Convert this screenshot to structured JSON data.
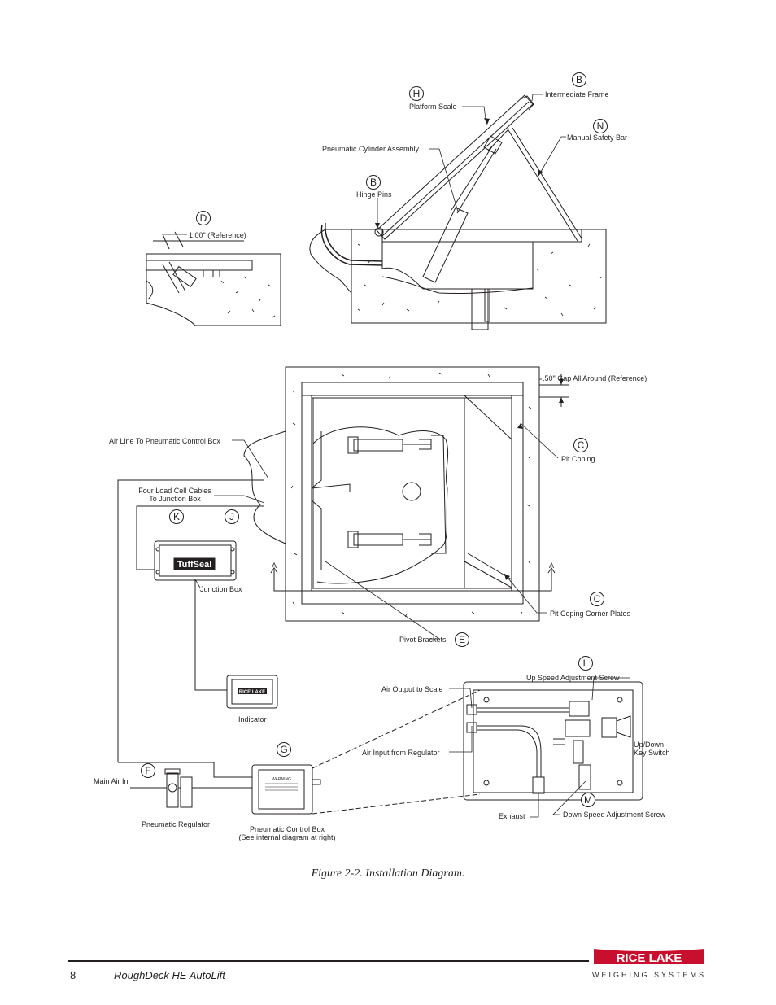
{
  "callouts": {
    "h": "H",
    "b_top": "B",
    "n": "N",
    "b_hinge": "B",
    "d": "D",
    "c_top": "C",
    "c_bottom": "C",
    "k": "K",
    "j": "J",
    "e": "E",
    "l": "L",
    "g": "G",
    "f": "F",
    "m": "M"
  },
  "labels": {
    "platform_scale": "Platform Scale",
    "intermediate_frame": "Intermediate Frame",
    "manual_safety_bar": "Manual Safety Bar",
    "pneumatic_cylinder_assembly": "Pneumatic Cylinder Assembly",
    "hinge_pins": "Hinge Pins",
    "reference_100": "1.00\" (Reference)",
    "gap_reference": ".50\" Gap All Around (Reference)",
    "air_line": "Air Line To Pneumatic Control Box",
    "pit_coping": "Pit Coping",
    "load_cell_cables_1": "Four Load Cell Cables",
    "load_cell_cables_2": "To Junction Box",
    "section_a_left": "A",
    "section_a_right": "A",
    "junction_box": "Junction Box",
    "pit_coping_corner_plates": "Pit Coping Corner Plates",
    "pivot_brackets": "Pivot Brackets",
    "up_speed_screw": "Up Speed Adjustment Screw",
    "air_output": "Air Output to Scale",
    "indicator": "Indicator",
    "air_input": "Air Input from Regulator",
    "key_switch_1": "Up/Down",
    "key_switch_2": "Key Switch",
    "main_air_in": "Main Air In",
    "exhaust": "Exhaust",
    "down_speed_screw": "Down Speed Adjustment Screw",
    "pneumatic_regulator": "Pneumatic Regulator",
    "control_box_1": "Pneumatic Control Box",
    "control_box_2": "(See internal diagram at right)",
    "warning": "WARNING",
    "indicator_brand": "RICE LAKE",
    "junction_brand": "TuffSeal"
  },
  "caption": "Figure 2-2. Installation Diagram.",
  "footer": {
    "page_number": "8",
    "title": "RoughDeck  HE AutoLift",
    "logo_main": "RICE LAKE",
    "logo_sub": "WEIGHING SYSTEMS",
    "logo_color": "#c8102e"
  }
}
